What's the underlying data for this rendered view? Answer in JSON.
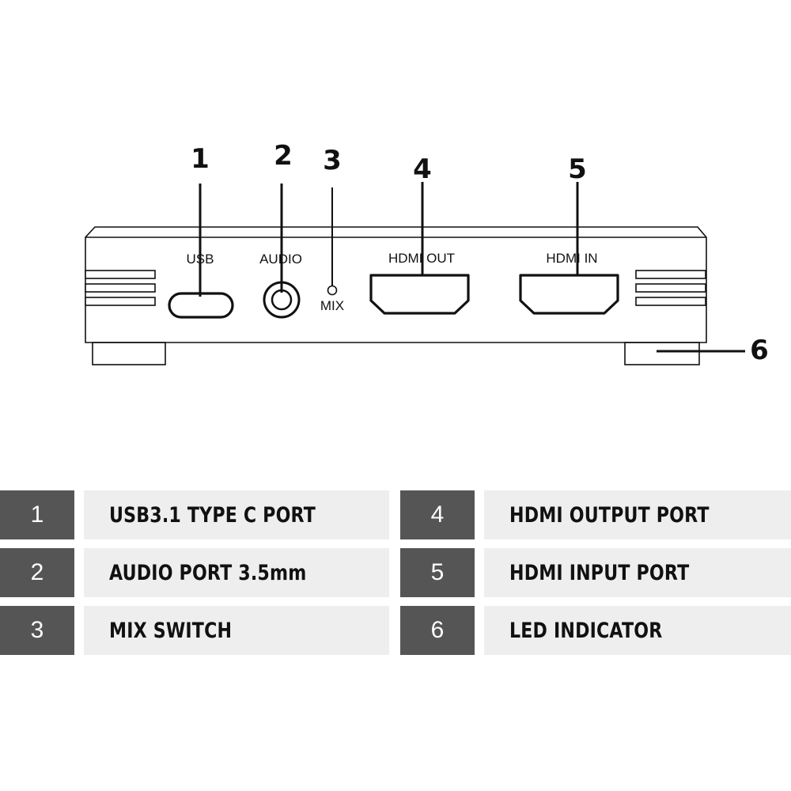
{
  "callouts": [
    "1",
    "2",
    "3",
    "4",
    "5",
    "6"
  ],
  "port_labels": {
    "usb": "USB",
    "audio": "AUDIO",
    "mix": "MIX",
    "hdmi_out": "HDMI OUT",
    "hdmi_in": "HDMI IN"
  },
  "legend": {
    "left": [
      {
        "num": "1",
        "text": "USB3.1 TYPE C PORT"
      },
      {
        "num": "2",
        "text": "AUDIO PORT 3.5mm"
      },
      {
        "num": "3",
        "text": "MIX SWITCH"
      }
    ],
    "right": [
      {
        "num": "4",
        "text": "HDMI OUTPUT PORT"
      },
      {
        "num": "5",
        "text": "HDMI INPUT PORT"
      },
      {
        "num": "6",
        "text": "LED INDICATOR"
      }
    ]
  },
  "colors": {
    "num_cell": "#555555",
    "text_cell": "#eeeeee",
    "line": "#111111"
  }
}
